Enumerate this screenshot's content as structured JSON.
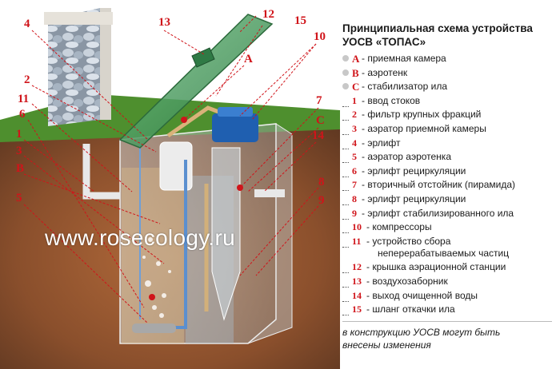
{
  "title_line1": "Принципиальная схема устройства",
  "title_line2": "УОСВ «ТОПАС»",
  "watermark": "www.rosecology.ru",
  "note_line1": "в конструкцию УОСВ могут быть",
  "note_line2": "внесены изменения",
  "legend": [
    {
      "key": "A",
      "text": "приемная камера",
      "kind": "letter"
    },
    {
      "key": "B",
      "text": "аэротенк",
      "kind": "letter"
    },
    {
      "key": "C",
      "text": "стабилизатор ила",
      "kind": "letter"
    },
    {
      "key": "1",
      "text": "ввод стоков",
      "kind": "number"
    },
    {
      "key": "2",
      "text": "фильтр крупных фракций",
      "kind": "number"
    },
    {
      "key": "3",
      "text": "аэратор приемной камеры",
      "kind": "number"
    },
    {
      "key": "4",
      "text": "эрлифт",
      "kind": "number"
    },
    {
      "key": "5",
      "text": "аэратор аэротенка",
      "kind": "number"
    },
    {
      "key": "6",
      "text": "эрлифт рециркуляции",
      "kind": "number"
    },
    {
      "key": "7",
      "text": "вторичный отстойник (пирамида)",
      "kind": "number"
    },
    {
      "key": "8",
      "text": "эрлифт рециркуляции",
      "kind": "number"
    },
    {
      "key": "9",
      "text": "эрлифт стабилизированного ила",
      "kind": "number"
    },
    {
      "key": "10",
      "text": "компрессоры",
      "kind": "number"
    },
    {
      "key": "11",
      "text": "устройство сбора",
      "text2": "неперерабатываемых частиц",
      "kind": "number"
    },
    {
      "key": "12",
      "text": "крышка аэрационной станции",
      "kind": "number"
    },
    {
      "key": "13",
      "text": "воздухозаборник",
      "kind": "number"
    },
    {
      "key": "14",
      "text": "выход очищенной воды",
      "kind": "number"
    },
    {
      "key": "15",
      "text": "шланг откачки ила",
      "kind": "number"
    }
  ],
  "callouts": {
    "n13": "13",
    "n12": "12",
    "n15": "15",
    "n10": "10",
    "n4": "4",
    "nA": "A",
    "n2": "2",
    "n11": "11",
    "n6": "6",
    "n7": "7",
    "nC": "C",
    "n1": "1",
    "n3": "3",
    "nB": "B",
    "n14": "14",
    "n8": "8",
    "n5": "5",
    "n9": "9"
  },
  "colors": {
    "accent_red": "#d0141a",
    "soil": "#7a4a2a",
    "grass": "#4e8f2e",
    "lid_green": "#3f8f55",
    "compressor_blue": "#1f5fb0"
  }
}
